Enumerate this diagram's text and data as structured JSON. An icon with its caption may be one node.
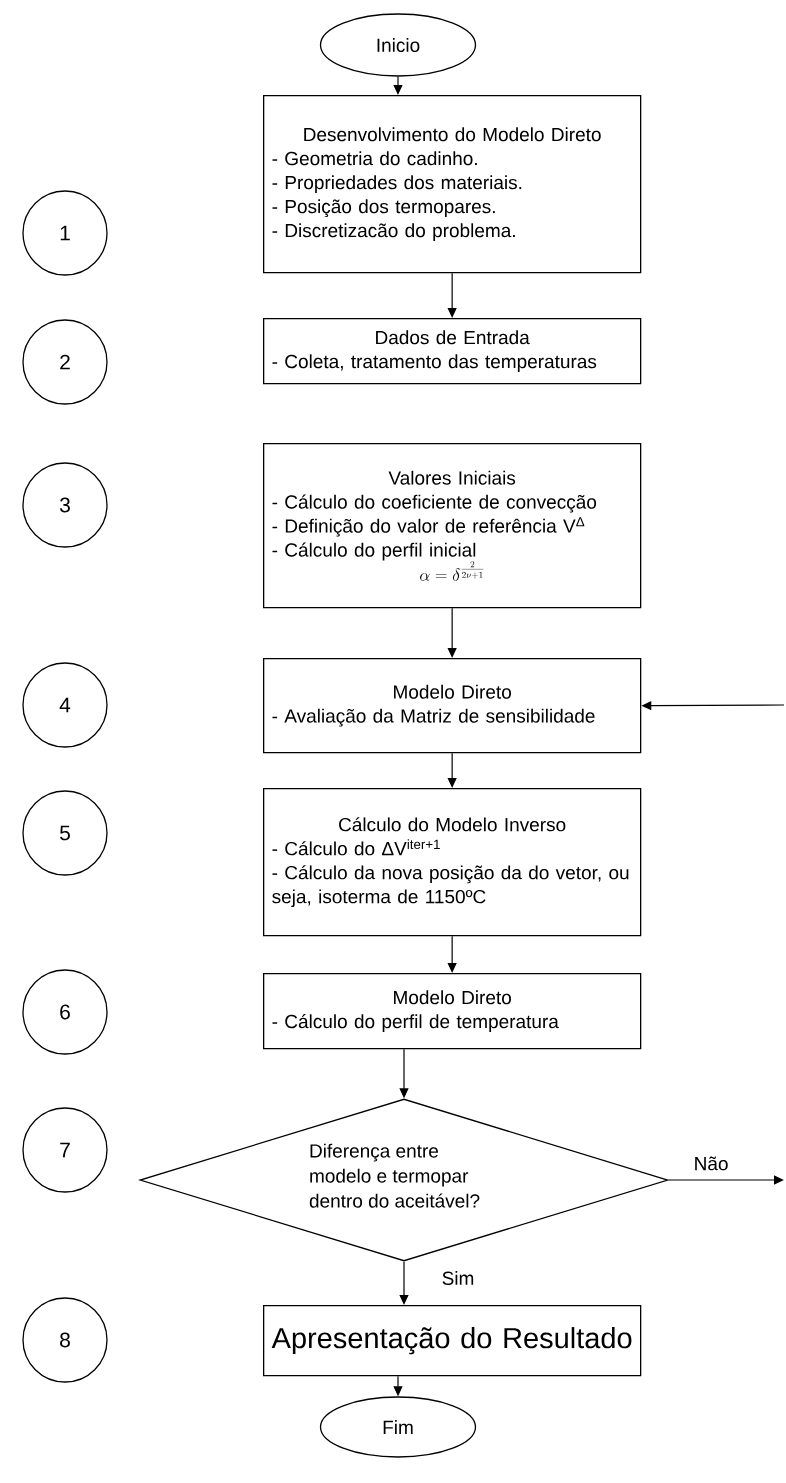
{
  "diagram": {
    "nodes": [
      {
        "text": [
          "Inicio"
        ]
      },
      {
        "text": [
          "Desenvolvimento do Modelo Direto",
          "- Geometria do cadinho.",
          "- Propriedades dos materiais.",
          "- Posição dos termopares.",
          "- Discretizacão do problema."
        ]
      },
      {
        "text": [
          "Dados de Entrada",
          "- Coleta, tratamento das temperaturas"
        ]
      },
      {
        "text": [
          "Valores Iniciais",
          "- Cálculo do coeficiente de convecção",
          "- Definição do valor de referência V$^{Δ}$",
          "- Cálculo do perfil inicial",
          "\\alpha = \\delta^{\\frac{2}{2\\nu+1}}"
        ]
      },
      {
        "text": [
          "Modelo Direto",
          "- Avaliação da Matriz de sensibilidade"
        ]
      },
      {
        "text": [
          "Cálculo do Modelo Inverso",
          "- Cálculo do ΔV$^{iter+1}$",
          "- Cálculo da nova posição da do vetor, ou seja, isoterma de 1150ºC"
        ]
      },
      {
        "text": [
          "Modelo Direto",
          "- Cálculo do perfil de temperatura"
        ]
      },
      {
        "text": [
          "Diferença entre modelo e termopar dentro do aceitável?"
        ]
      },
      {
        "text": [
          "Apresentação do Resultado"
        ]
      },
      {
        "text": [
          "Fim"
        ]
      },
      {
        "text": [
          "1"
        ]
      },
      {
        "text": [
          "2"
        ]
      },
      {
        "text": [
          "3"
        ]
      },
      {
        "text": [
          "4"
        ]
      },
      {
        "text": [
          "5"
        ]
      },
      {
        "text": [
          "6"
        ]
      },
      {
        "text": [
          "7"
        ]
      },
      {
        "text": [
          "8"
        ]
      }
    ],
    "edges": [
      {
        "from": 0,
        "to": 1,
        "arrow": "to"
      },
      {
        "from": 1,
        "to": 2,
        "arrow": "to"
      },
      {
        "from": 3,
        "to": 4,
        "arrow": "to"
      },
      {
        "from": 4,
        "to": 5,
        "arrow": "to"
      },
      {
        "from": 5,
        "to": 6,
        "arrow": "to"
      },
      {
        "from": 6,
        "to": 7,
        "arrow": "to"
      },
      {
        "from": 7,
        "to": null,
        "arrow": "to",
        "label": "Não"
      },
      {
        "from": null,
        "to": 4,
        "arrow": "to"
      },
      {
        "from": 7,
        "to": 8,
        "arrow": "to",
        "label": "Sim"
      },
      {
        "from": 8,
        "to": 9,
        "arrow": "to"
      }
    ]
  }
}
